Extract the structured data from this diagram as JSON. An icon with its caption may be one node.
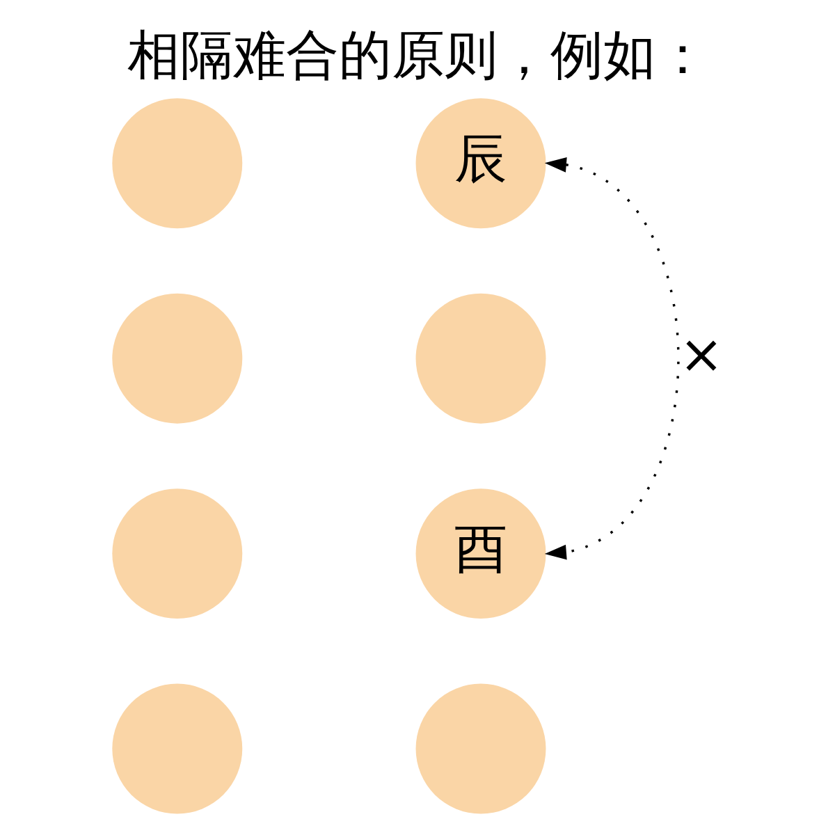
{
  "diagram": {
    "title": "相隔难合的原则，例如：",
    "nodes": [
      {
        "text": [],
        "shape": "circle"
      },
      {
        "text": [
          "辰"
        ]
      },
      {
        "text": [],
        "shape": "circle"
      },
      {
        "text": [],
        "shape": "circle"
      },
      {
        "text": [],
        "shape": "circle"
      },
      {
        "text": [
          "酉"
        ]
      },
      {
        "text": [],
        "shape": "circle"
      },
      {
        "text": [],
        "shape": "circle"
      }
    ],
    "edges": [
      {
        "from": 1,
        "to": 5,
        "arrow": "both",
        "label": "×",
        "style": "dashed"
      }
    ]
  }
}
